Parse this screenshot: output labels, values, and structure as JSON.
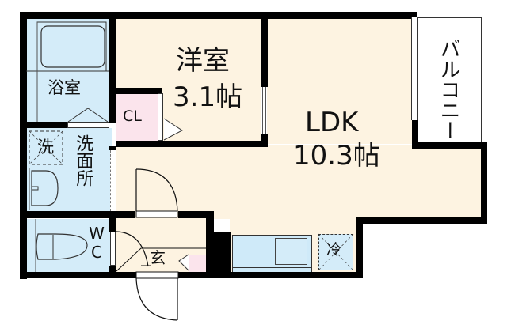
{
  "floor_plan": {
    "rooms": {
      "western_room": {
        "name": "洋室",
        "size": "3.1帖"
      },
      "ldk": {
        "name": "LDK",
        "size": "10.3帖"
      },
      "bathroom": {
        "name": "浴室"
      },
      "washroom": {
        "name": "洗面所"
      },
      "washer": {
        "name": "洗"
      },
      "toilet": {
        "name": "WC"
      },
      "entrance": {
        "name": "玄"
      },
      "closet": {
        "name": "CL"
      },
      "refrigerator": {
        "name": "冷"
      },
      "balcony": {
        "name": "バルコニー"
      }
    },
    "colors": {
      "wood_floor": "#fdf3e1",
      "wet_floor": "#d4ecf9",
      "closet_floor": "#fbe4ec",
      "wall": "#000000"
    }
  }
}
